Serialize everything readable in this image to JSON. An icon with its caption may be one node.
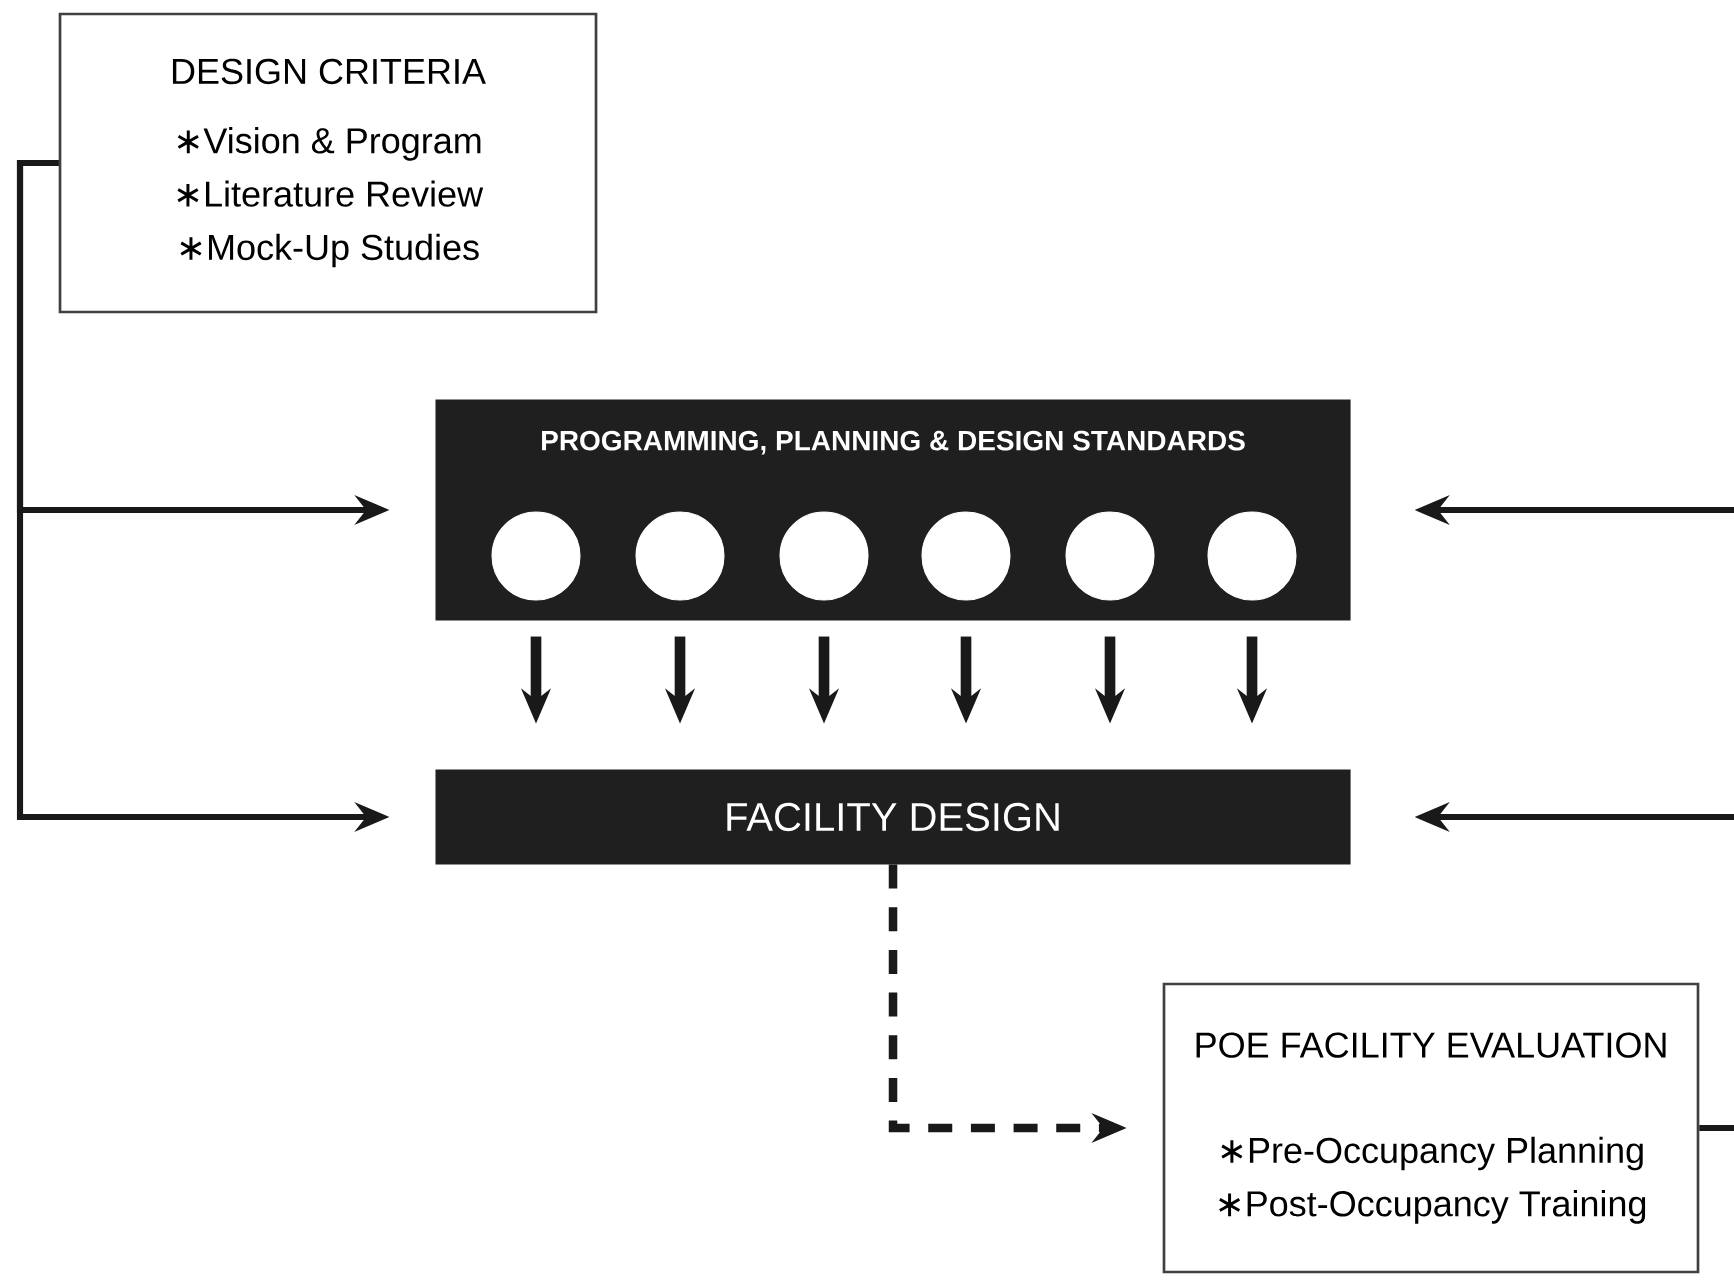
{
  "diagram": {
    "nodes": [
      {
        "text": [
          "DESIGN CRITERIA",
          "∗Vision & Program",
          "∗Literature Review",
          "∗Mock-Up Studies"
        ]
      },
      {
        "text": [
          "PROGRAMMING, PLANNING & DESIGN STANDARDS"
        ]
      },
      {
        "text": [],
        "shape": "circle",
        "in": 1
      },
      {
        "text": [],
        "shape": "circle",
        "in": 1
      },
      {
        "text": [],
        "shape": "circle",
        "in": 1
      },
      {
        "text": [],
        "shape": "circle",
        "in": 1
      },
      {
        "text": [],
        "shape": "circle",
        "in": 1
      },
      {
        "text": [],
        "shape": "circle",
        "in": 1
      },
      {
        "text": [
          "FACILITY DESIGN"
        ]
      },
      {
        "text": [
          "POE FACILITY EVALUATION",
          "∗Pre-Occupancy Planning",
          "∗Post-Occupancy Training"
        ]
      }
    ],
    "edges": [
      {
        "from": 0,
        "to": 1,
        "arrow": "to"
      },
      {
        "from": 0,
        "to": 8,
        "arrow": "to"
      },
      {
        "from": 2,
        "to": 8,
        "arrow": "to"
      },
      {
        "from": 3,
        "to": 8,
        "arrow": "to"
      },
      {
        "from": 4,
        "to": 8,
        "arrow": "to"
      },
      {
        "from": 5,
        "to": 8,
        "arrow": "to"
      },
      {
        "from": 6,
        "to": 8,
        "arrow": "to"
      },
      {
        "from": 7,
        "to": 8,
        "arrow": "to"
      },
      {
        "from": null,
        "to": 1,
        "arrow": "to"
      },
      {
        "from": null,
        "to": 8,
        "arrow": "to"
      },
      {
        "from": 8,
        "to": 9,
        "arrow": "to",
        "style": "dashed"
      },
      {
        "from": 9,
        "to": null,
        "arrow": "none"
      }
    ]
  }
}
